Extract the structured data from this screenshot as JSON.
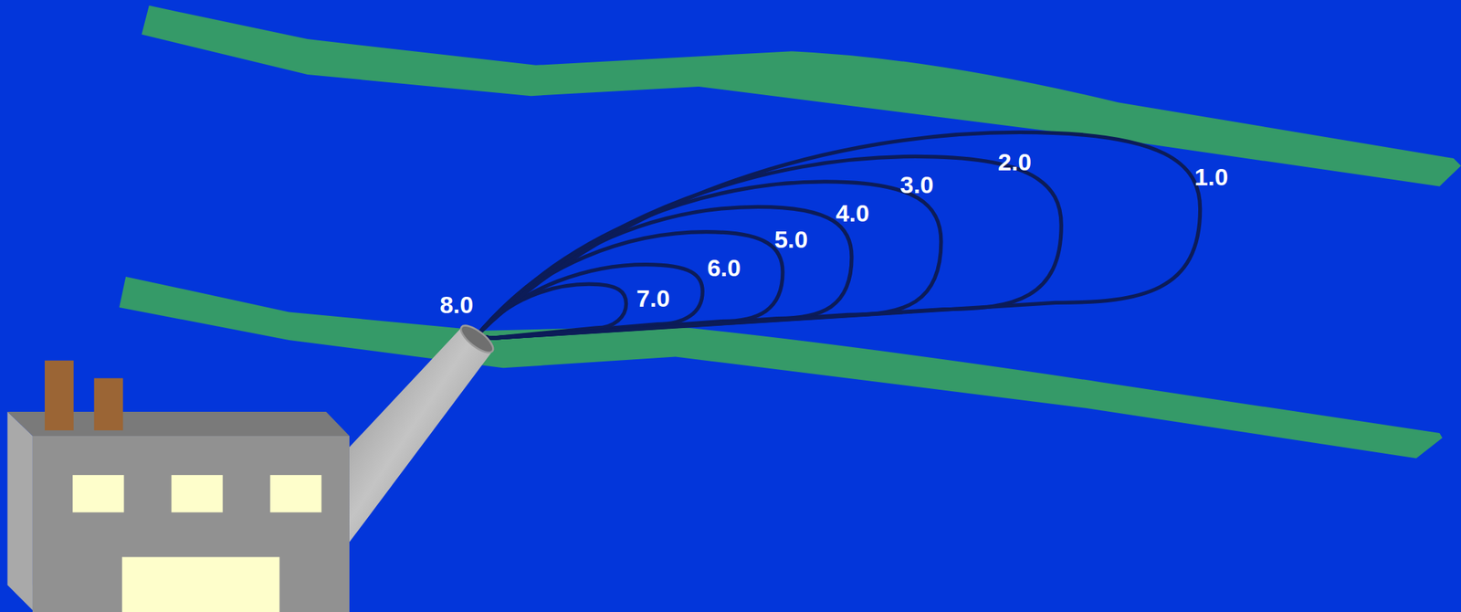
{
  "diagram": {
    "labels": [
      "8.0",
      "7.0",
      "6.0",
      "5.0",
      "4.0",
      "3.0",
      "2.0",
      "1.0"
    ]
  }
}
